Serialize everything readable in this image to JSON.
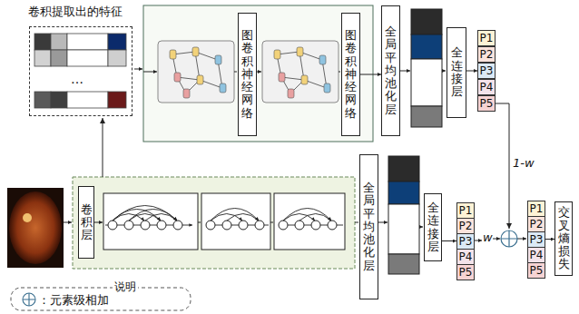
{
  "diagram": {
    "nodes": [
      {
        "text": [
          "卷积提取出的特征"
        ]
      },
      {
        "text": [
          "图卷积神经网络"
        ]
      },
      {
        "text": [
          "图卷积神经网络"
        ]
      },
      {
        "text": [
          "全局平均池化层"
        ]
      },
      {
        "text": [
          "全连接层"
        ]
      },
      {
        "text": [
          "P1"
        ]
      },
      {
        "text": [
          "P2"
        ]
      },
      {
        "text": [
          "P3"
        ]
      },
      {
        "text": [
          "P4"
        ]
      },
      {
        "text": [
          "P5"
        ]
      },
      {
        "text": [
          "卷积层"
        ]
      },
      {
        "text": [
          "全局平均池化层"
        ]
      },
      {
        "text": [
          "全连接层"
        ]
      },
      {
        "text": [
          "P1"
        ]
      },
      {
        "text": [
          "P2"
        ]
      },
      {
        "text": [
          "P3"
        ]
      },
      {
        "text": [
          "P4"
        ]
      },
      {
        "text": [
          "P5"
        ]
      },
      {
        "text": [
          "P1"
        ]
      },
      {
        "text": [
          "P2"
        ]
      },
      {
        "text": [
          "P3"
        ]
      },
      {
        "text": [
          "P4"
        ]
      },
      {
        "text": [
          "P5"
        ]
      },
      {
        "text": [
          "交叉熵损失"
        ]
      }
    ],
    "edges": [
      {
        "from": 2,
        "to": 3,
        "arrow": "to"
      },
      {
        "from": 4,
        "to": 7,
        "arrow": "to"
      },
      {
        "from": 12,
        "to": 15,
        "arrow": "to"
      },
      {
        "from": 20,
        "to": 23,
        "arrow": "to"
      }
    ],
    "labels": [
      "…",
      "1-w",
      "w",
      "说明"
    ],
    "legend": [
      {
        "text": "：元素级相加"
      }
    ]
  }
}
